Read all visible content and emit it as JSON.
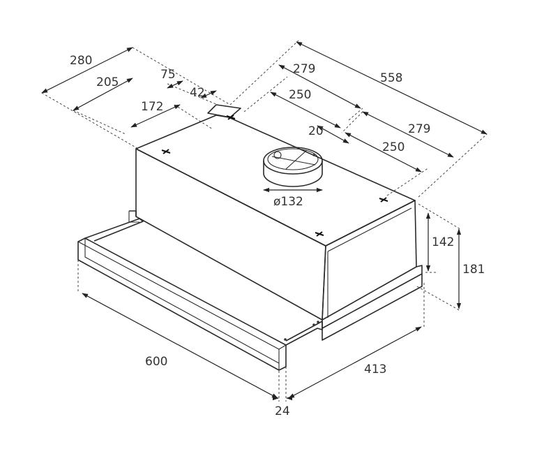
{
  "drawing": {
    "dimensions": {
      "d280": "280",
      "d205": "205",
      "d75": "75",
      "d42": "42",
      "d172": "172",
      "d279_top": "279",
      "d558": "558",
      "d250_top": "250",
      "d20": "20",
      "d279_right": "279",
      "d250_right": "250",
      "d_outlet": "ø132",
      "d142": "142",
      "d181": "181",
      "d600": "600",
      "d413": "413",
      "d24": "24"
    }
  }
}
